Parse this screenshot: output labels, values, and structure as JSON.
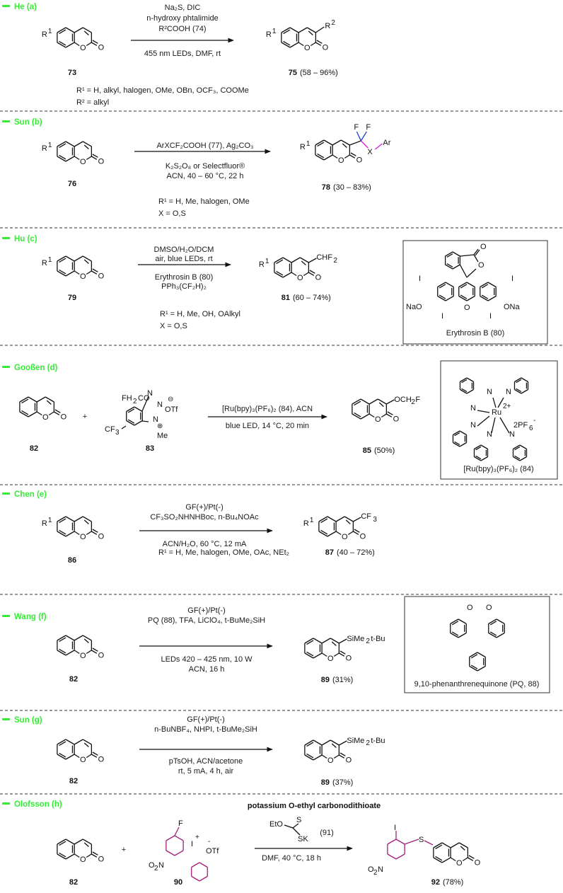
{
  "colors": {
    "header_green": "#33ee33",
    "blue": "#1f3fe0",
    "magenta": "#d81ad8",
    "green": "#1a7a1a",
    "purple": "#a0207a"
  },
  "sections": [
    {
      "header": "He (a)",
      "conditions_above": [
        "Na₂S, DIC",
        "n-hydroxy phtalimide",
        "R²COOH (74)"
      ],
      "conditions_below": [
        "455 nm LEDs, DMF, rt"
      ],
      "sm_label": "73",
      "product_label": "75",
      "yield": "(58 – 96%)",
      "scope": [
        "R¹ = H, alkyl, halogen, OMe, OBn, OCF₃, COOMe",
        "R² = alkyl"
      ],
      "substituent": "R²"
    },
    {
      "header": "Sun (b)",
      "conditions_above": [
        "ArXCF₂COOH (77), Ag₂CO₃"
      ],
      "conditions_below": [
        "K₂S₂O₈ or Selectfluor®",
        "ACN, 40 – 60 °C, 22 h"
      ],
      "sm_label": "76",
      "product_label": "78",
      "yield": "(30 – 83%)",
      "scope": [
        "R¹ = H, Me, halogen, OMe",
        "X = O,S"
      ],
      "substituent": "F  F  X  Ar"
    },
    {
      "header": "Hu (c)",
      "conditions_above": [
        "DMSO/H₂O/DCM",
        "air, blue LEDs, rt"
      ],
      "conditions_below": [
        "Erythrosin B (80)",
        "PPh₃(CF₂H)₂"
      ],
      "sm_label": "79",
      "product_label": "81",
      "yield": "(60 – 74%)",
      "scope": [
        "R¹ = H, Me, OH, OAlkyl",
        "X = O,S"
      ],
      "substituent": "CHF₂",
      "box_caption": "Erythrosin B (80)"
    },
    {
      "header": "Gooßen (d)",
      "conditions_above": [
        "[Ru(bpy)₃(PF₆)₂ (84), ACN"
      ],
      "conditions_below": [
        "blue LED, 14 °C, 20 min"
      ],
      "sm_label": "82",
      "reagent_label": "83",
      "product_label": "85",
      "yield": "(50%)",
      "substituent": "OCH₂F",
      "box_caption": "[Ru(bpy)₃(PF₆)₂ (84)"
    },
    {
      "header": "Chen (e)",
      "conditions_above": [
        "GF(+)/Pt(-)",
        "CF₃SO₂NHNHBoc, n-Bu₄NOAc"
      ],
      "conditions_below": [
        "ACN/H₂O, 60 °C, 12 mA"
      ],
      "sm_label": "86",
      "product_label": "87",
      "yield": "(40 – 72%)",
      "scope": [
        "R¹ = H, Me, halogen, OMe, OAc, NEt₂"
      ],
      "substituent": "CF₃"
    },
    {
      "header": "Wang (f)",
      "conditions_above": [
        "GF(+)/Pt(-)",
        "PQ (88), TFA, LiClO₄, t-BuMe₂SiH"
      ],
      "conditions_below": [
        "LEDs 420 – 425 nm, 10 W",
        "ACN, 16 h"
      ],
      "sm_label": "82",
      "product_label": "89",
      "yield": "(31%)",
      "substituent": "SiMe₂t-Bu",
      "box_caption": "9,10-phenanthrenequinone (PQ, 88)"
    },
    {
      "header": "Sun (g)",
      "conditions_above": [
        "GF(+)/Pt(-)",
        "n-BuNBF₄, NHPI, t-BuMe₂SiH"
      ],
      "conditions_below": [
        "pTsOH, ACN/acetone",
        "rt, 5 mA, 4 h, air"
      ],
      "sm_label": "82",
      "product_label": "89",
      "yield": "(37%)",
      "substituent": "SiMe₂t-Bu"
    },
    {
      "header": "Olofsson (h)",
      "reagent_title": "potassium O-ethyl carbonodithioate",
      "conditions_above": [
        "(91)"
      ],
      "conditions_below": [
        "DMF, 40 °C, 18 h"
      ],
      "sm_label": "82",
      "reagent_label": "90",
      "product_label": "92",
      "yield": "(78%)"
    }
  ]
}
